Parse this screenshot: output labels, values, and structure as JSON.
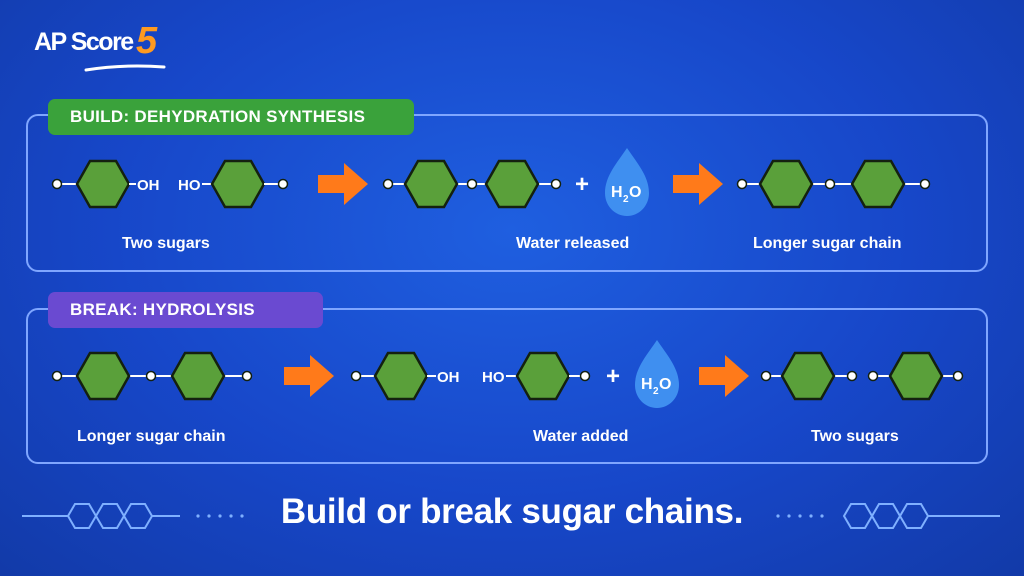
{
  "logo": {
    "text": "AP Score",
    "number": "5"
  },
  "sections": [
    {
      "id": "build",
      "tag": "BUILD: DEHYDRATION SYNTHESIS",
      "tag_color": "#3aa23b",
      "left_oh": "OH",
      "right_ho": "HO",
      "water": {
        "h": "H",
        "sub": "2",
        "o": "O"
      },
      "labels": {
        "start": "Two sugars",
        "middle": "Water released",
        "end": "Longer sugar chain"
      }
    },
    {
      "id": "break",
      "tag": "BREAK: HYDROLYSIS",
      "tag_color": "#6a4ad1",
      "left_oh": "OH",
      "right_ho": "HO",
      "water": {
        "h": "H",
        "sub": "2",
        "o": "O"
      },
      "labels": {
        "start": "Longer sugar chain",
        "middle": "Water added",
        "end": "Two sugars"
      }
    }
  ],
  "plus": "+",
  "footer": {
    "title": "Build or break sugar chains."
  },
  "colors": {
    "sugar": "#5aa03a",
    "arrow": "#ff7a1a",
    "water": "#3f8ff0",
    "border": "#7fa6ff"
  }
}
